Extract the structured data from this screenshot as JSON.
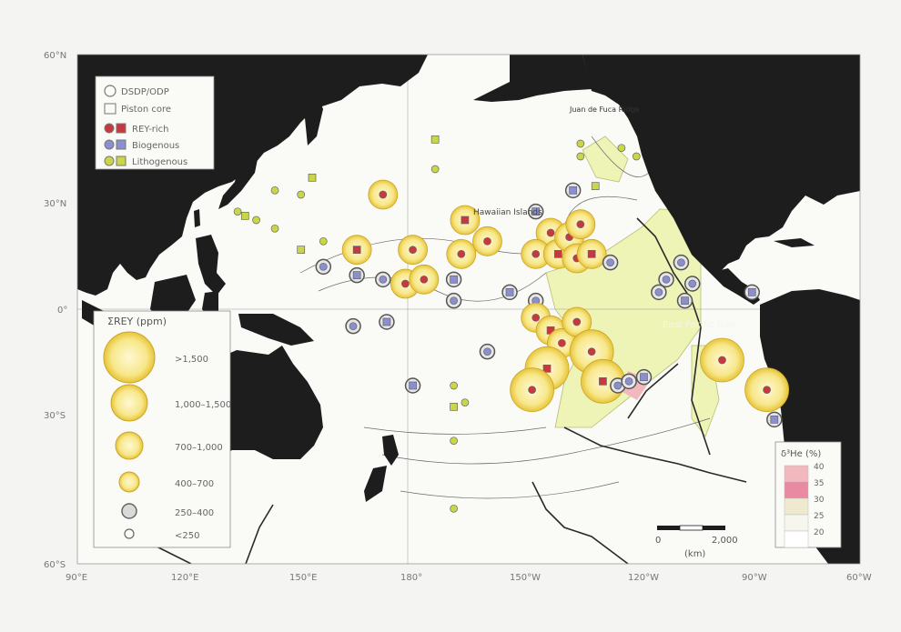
{
  "map": {
    "lat_labels": [
      "60°N",
      "30°N",
      "0°",
      "30°S",
      "60°S"
    ],
    "lon_labels": [
      "90°E",
      "120°E",
      "150°E",
      "180°",
      "150°W",
      "120°W",
      "90°W",
      "60°W"
    ],
    "place_labels": {
      "hawaiian_islands": "Hawaiian Islands",
      "east_pacific_rise": "East Pacific Rise",
      "juan_de_fuca": "Juan de Fuca Ridge"
    }
  },
  "legend_types": {
    "items": [
      {
        "label": "DSDP/ODP"
      },
      {
        "label": "Piston core"
      },
      {
        "label": "REY-rich",
        "color": "#c8383f"
      },
      {
        "label": "Biogenous",
        "color": "#8b8fcf"
      },
      {
        "label": "Lithogenous",
        "color": "#c9d648"
      }
    ]
  },
  "legend_rey": {
    "title": "ΣREY (ppm)",
    "items": [
      ">1,500",
      "1,000–1,500",
      "700–1,000",
      "400–700",
      "250–400",
      "<250"
    ]
  },
  "legend_he": {
    "title": "δ³He (%)",
    "ticks": [
      "40",
      "35",
      "30",
      "25",
      "20"
    ],
    "colors": [
      "#f1b9bd",
      "#e88aa1",
      "#efe9d0",
      "#f7f6ee",
      "#ffffff"
    ]
  },
  "scale_bar": {
    "start_label": "0",
    "end_label": "2,000",
    "unit": "(km)"
  },
  "colors": {
    "land": "#1d1d1d",
    "ocean": "#fafaf7",
    "rey_rich": "#c8383f",
    "biogenous": "#8b8fcf",
    "lithogenous": "#c9d648",
    "high_he_zone": "#eef3b6",
    "halo": "#f4dc6a"
  },
  "sites": [
    {
      "id": "KH10-2-5-3",
      "class": "lithogenous",
      "size": "s",
      "lon": 186,
      "lat": 40
    },
    {
      "id": "KH10-2-5-3b",
      "class": "lithogenous",
      "size": "s",
      "lon": 186,
      "lat": 33
    },
    {
      "id": "KH84-1-21",
      "class": "lithogenous",
      "size": "s",
      "lon": 143,
      "lat": 28
    },
    {
      "id": "KH84-1-22",
      "class": "lithogenous",
      "size": "s",
      "lon": 153,
      "lat": 31
    },
    {
      "id": "KH84-1-39",
      "class": "lithogenous",
      "size": "s",
      "lon": 150,
      "lat": 27
    },
    {
      "id": "KH92-1-9",
      "class": "lithogenous",
      "size": "s",
      "lon": 133,
      "lat": 23
    },
    {
      "id": "KH92-1-9b",
      "class": "lithogenous",
      "size": "s",
      "lon": 135,
      "lat": 22
    },
    {
      "id": "KH72-2-56",
      "class": "lithogenous",
      "size": "s",
      "lon": 138,
      "lat": 21
    },
    {
      "id": "KH84-1-12A",
      "class": "lithogenous",
      "size": "s",
      "lon": 143,
      "lat": 19
    },
    {
      "id": "KH71-4-16",
      "class": "lithogenous",
      "size": "s",
      "lon": 150,
      "lat": 14
    },
    {
      "id": "196",
      "class": "lithogenous",
      "size": "s",
      "lon": 156,
      "lat": 16
    },
    {
      "id": "KH80-3-30",
      "class": "biogenous",
      "size": "m",
      "lon": 156,
      "lat": 10
    },
    {
      "id": "802",
      "class": "biogenous",
      "size": "m",
      "lon": 165,
      "lat": 8
    },
    {
      "id": "288",
      "class": "biogenous",
      "size": "m",
      "lon": 164,
      "lat": -4
    },
    {
      "id": "462",
      "class": "biogenous",
      "size": "m",
      "lon": 172,
      "lat": 7
    },
    {
      "id": "KH68-4-35",
      "class": "biogenous",
      "size": "m",
      "lon": 173,
      "lat": -3
    },
    {
      "id": "170",
      "class": "rey",
      "size": "l",
      "lon": 180,
      "lat": 14
    },
    {
      "id": "179",
      "class": "rey",
      "size": "l",
      "lon": 172,
      "lat": 27
    },
    {
      "id": "KH-a",
      "class": "rey",
      "size": "l",
      "lon": 165,
      "lat": 14
    },
    {
      "id": "KH-b",
      "class": "rey",
      "size": "l",
      "lon": 178,
      "lat": 6
    },
    {
      "id": "KH-c",
      "class": "rey",
      "size": "l",
      "lon": 183,
      "lat": 7
    },
    {
      "id": "KH-d",
      "class": "rey",
      "size": "l",
      "lon": 194,
      "lat": 21
    },
    {
      "id": "KH-e",
      "class": "rey",
      "size": "l",
      "lon": 193,
      "lat": 13
    },
    {
      "id": "KH-f",
      "class": "rey",
      "size": "l",
      "lon": 200,
      "lat": 16
    },
    {
      "id": "KH68-4-12",
      "class": "biogenous",
      "size": "m",
      "lon": 191,
      "lat": 7
    },
    {
      "id": "KH68-4-24",
      "class": "biogenous",
      "size": "m",
      "lon": 191,
      "lat": 2
    },
    {
      "id": "KH68-4-25",
      "class": "lithogenous",
      "size": "s",
      "lon": 191,
      "lat": -18
    },
    {
      "id": "KH68-4-27",
      "class": "lithogenous",
      "size": "s",
      "lon": 191,
      "lat": -23
    },
    {
      "id": "KH68-4-31",
      "class": "lithogenous",
      "size": "s",
      "lon": 191,
      "lat": -31
    },
    {
      "id": "KH68-4-39",
      "class": "lithogenous",
      "size": "s",
      "lon": 191,
      "lat": -47
    },
    {
      "id": "894",
      "class": "biogenous",
      "size": "m",
      "lon": 180,
      "lat": -18
    },
    {
      "id": "596",
      "class": "lithogenous",
      "size": "s",
      "lon": 194,
      "lat": -22
    },
    {
      "id": "317",
      "class": "biogenous",
      "size": "m",
      "lon": 200,
      "lat": -10
    },
    {
      "id": "KH73-2-1",
      "class": "biogenous",
      "size": "m",
      "lon": 213,
      "lat": 23
    },
    {
      "id": "KH73-2-2",
      "class": "rey",
      "size": "l",
      "lon": 217,
      "lat": 18
    },
    {
      "id": "KH73-2-3",
      "class": "rey",
      "size": "l",
      "lon": 213,
      "lat": 13
    },
    {
      "id": "KH73-2-4",
      "class": "rey",
      "size": "l",
      "lon": 219,
      "lat": 13
    },
    {
      "id": "KH73-2-5",
      "class": "rey",
      "size": "l",
      "lon": 222,
      "lat": 17
    },
    {
      "id": "KH73-2-6",
      "class": "rey",
      "size": "l",
      "lon": 224,
      "lat": 12
    },
    {
      "id": "KH73-2-7",
      "class": "rey",
      "size": "l",
      "lon": 228,
      "lat": 13
    },
    {
      "id": "KH73-2-8",
      "class": "rey",
      "size": "l",
      "lon": 225,
      "lat": 20
    },
    {
      "id": "KH73-2-9",
      "class": "biogenous",
      "size": "m",
      "lon": 233,
      "lat": 11
    },
    {
      "id": "KH73-2-10",
      "class": "biogenous",
      "size": "m",
      "lon": 223,
      "lat": 28
    },
    {
      "id": "KH73-2-11",
      "class": "lithogenous",
      "size": "s",
      "lon": 225,
      "lat": 39
    },
    {
      "id": "KH73-2-12",
      "class": "lithogenous",
      "size": "s",
      "lon": 225,
      "lat": 36
    },
    {
      "id": "KH73-2-13",
      "class": "lithogenous",
      "size": "s",
      "lon": 229,
      "lat": 29
    },
    {
      "id": "KH73-2-14",
      "class": "lithogenous",
      "size": "s",
      "lon": 236,
      "lat": 38
    },
    {
      "id": "KH73-2-15",
      "class": "lithogenous",
      "size": "s",
      "lon": 240,
      "lat": 36
    },
    {
      "id": "KH71-5-1",
      "class": "biogenous",
      "size": "m",
      "lon": 206,
      "lat": 4
    },
    {
      "id": "KH71-5-2",
      "class": "biogenous",
      "size": "m",
      "lon": 213,
      "lat": 2
    },
    {
      "id": "KH71-5-3",
      "class": "rey",
      "size": "l",
      "lon": 213,
      "lat": -2
    },
    {
      "id": "KH71-5-4",
      "class": "rey",
      "size": "l",
      "lon": 217,
      "lat": -5
    },
    {
      "id": "KH71-5-5",
      "class": "rey",
      "size": "l",
      "lon": 220,
      "lat": -8
    },
    {
      "id": "KH71-5-6",
      "class": "rey",
      "size": "l",
      "lon": 224,
      "lat": -3
    },
    {
      "id": "KH71-5-7",
      "class": "rey",
      "size": "xl",
      "lon": 216,
      "lat": -14
    },
    {
      "id": "KH71-5-8",
      "class": "rey",
      "size": "xl",
      "lon": 212,
      "lat": -19
    },
    {
      "id": "KH71-5-9",
      "class": "rey",
      "size": "xl",
      "lon": 228,
      "lat": -10
    },
    {
      "id": "597",
      "class": "rey",
      "size": "xl",
      "lon": 231,
      "lat": -17
    },
    {
      "id": "598",
      "class": "biogenous",
      "size": "m",
      "lon": 235,
      "lat": -18
    },
    {
      "id": "601",
      "class": "biogenous",
      "size": "m",
      "lon": 238,
      "lat": -17
    },
    {
      "id": "602",
      "class": "biogenous",
      "size": "m",
      "lon": 242,
      "lat": -16
    },
    {
      "id": "KH75-3-53",
      "class": "biogenous",
      "size": "m",
      "lon": 248,
      "lat": 7
    },
    {
      "id": "854",
      "class": "biogenous",
      "size": "m",
      "lon": 252,
      "lat": 11
    },
    {
      "id": "851",
      "class": "biogenous",
      "size": "m",
      "lon": 253,
      "lat": 2
    },
    {
      "id": "572",
      "class": "biogenous",
      "size": "m",
      "lon": 246,
      "lat": 4
    },
    {
      "id": "853",
      "class": "biogenous",
      "size": "m",
      "lon": 255,
      "lat": 6
    },
    {
      "id": "83",
      "class": "biogenous",
      "size": "m",
      "lon": 271,
      "lat": 4
    },
    {
      "id": "319",
      "class": "rey",
      "size": "xl",
      "lon": 263,
      "lat": -12
    },
    {
      "id": "KH73-5-44",
      "class": "rey",
      "size": "xl",
      "lon": 275,
      "lat": -19
    },
    {
      "id": "KH75-3-47",
      "class": "biogenous",
      "size": "m",
      "lon": 277,
      "lat": -26
    }
  ]
}
